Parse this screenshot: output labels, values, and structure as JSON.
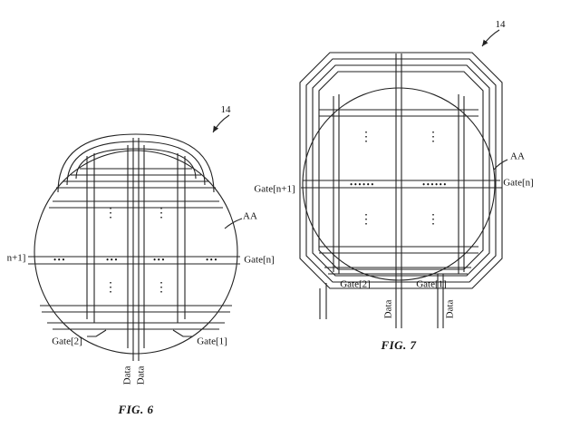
{
  "page": {
    "background": "#ffffff",
    "line_color": "#222222"
  },
  "fig6": {
    "caption": "FIG. 6",
    "ref14": "14",
    "aa": "AA",
    "gate_n1_partial": "n+1]",
    "gate_n": "Gate[n]",
    "gate2": "Gate[2]",
    "gate1": "Gate[1]",
    "data_left": "Data",
    "data_right": "Data"
  },
  "fig7": {
    "caption": "FIG. 7",
    "ref14": "14",
    "aa": "AA",
    "gate_n1": "Gate[n+1]",
    "gate_n": "Gate[n]",
    "gate2": "Gate[2]",
    "gate1": "Gate[1]",
    "data_center": "Data",
    "data_right": "Data"
  },
  "glyphs": {
    "vdots": "⋮",
    "hdots3": "•••",
    "hdots6": "••••••"
  }
}
